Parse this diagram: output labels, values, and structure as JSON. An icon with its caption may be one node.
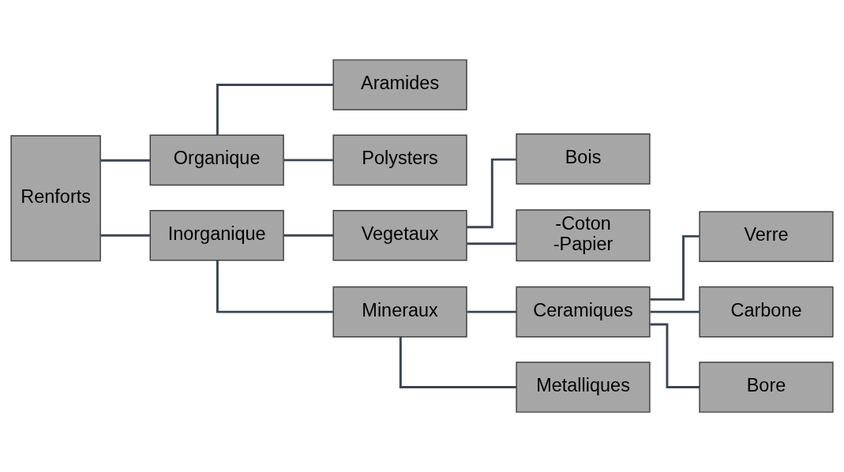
{
  "diagram": {
    "nodes": [
      {
        "text": [
          "Renforts"
        ]
      },
      {
        "text": [
          "Organique"
        ]
      },
      {
        "text": [
          "Inorganique"
        ]
      },
      {
        "text": [
          "Aramides"
        ]
      },
      {
        "text": [
          "Polysters"
        ]
      },
      {
        "text": [
          "Vegetaux"
        ]
      },
      {
        "text": [
          "Mineraux"
        ]
      },
      {
        "text": [
          "Bois"
        ]
      },
      {
        "text": [
          "-Coton",
          "-Papier"
        ]
      },
      {
        "text": [
          "Ceramiques"
        ]
      },
      {
        "text": [
          "Metalliques"
        ]
      },
      {
        "text": [
          "Verre"
        ]
      },
      {
        "text": [
          "Carbone"
        ]
      },
      {
        "text": [
          "Bore"
        ]
      }
    ],
    "edges": [
      {
        "from": 0,
        "to": 1,
        "arrow": "none"
      },
      {
        "from": 0,
        "to": 2,
        "arrow": "none"
      },
      {
        "from": 1,
        "to": 3,
        "arrow": "none"
      },
      {
        "from": 1,
        "to": 4,
        "arrow": "none"
      },
      {
        "from": 2,
        "to": 5,
        "arrow": "none"
      },
      {
        "from": 2,
        "to": 6,
        "arrow": "none"
      },
      {
        "from": 5,
        "to": 7,
        "arrow": "none"
      },
      {
        "from": 5,
        "to": 8,
        "arrow": "none"
      },
      {
        "from": 6,
        "to": 9,
        "arrow": "none"
      },
      {
        "from": 6,
        "to": 10,
        "arrow": "none"
      },
      {
        "from": 9,
        "to": 11,
        "arrow": "none"
      },
      {
        "from": 9,
        "to": 12,
        "arrow": "none"
      },
      {
        "from": 9,
        "to": 13,
        "arrow": "none"
      }
    ]
  }
}
